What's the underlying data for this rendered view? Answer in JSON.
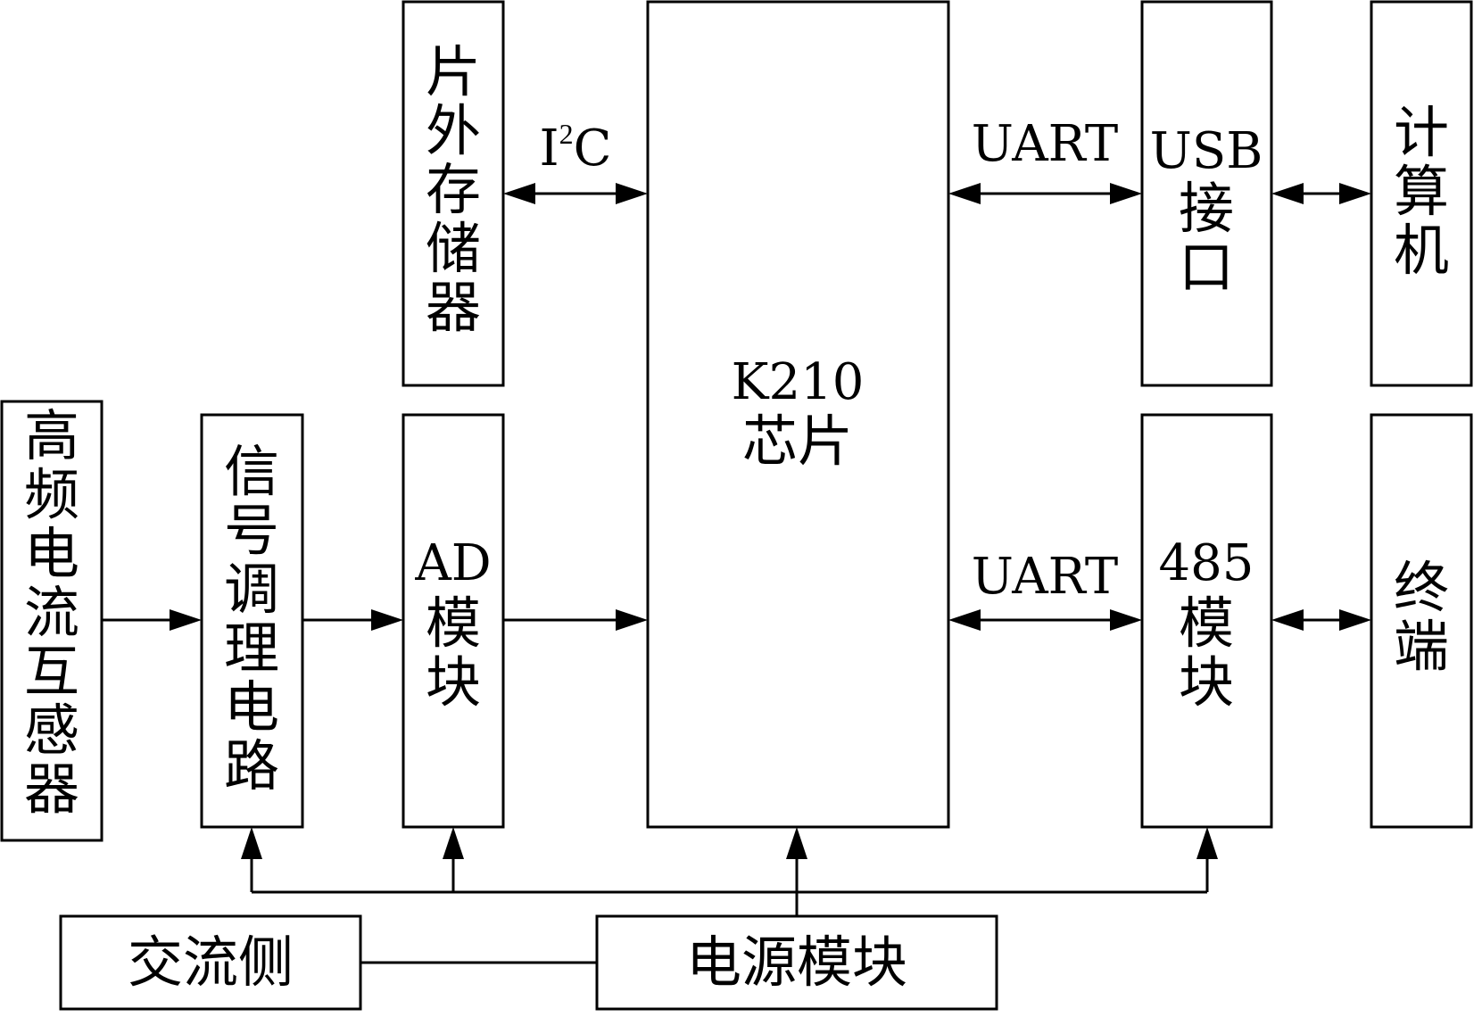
{
  "blocks": {
    "sensor": "高频电流互感器",
    "conditioning": "信号调理电路",
    "external_storage": "片外存储器",
    "ad_module": {
      "line1": "AD",
      "line2": "模块"
    },
    "chip": {
      "line1": "K210",
      "line2": "芯片"
    },
    "usb": {
      "line1": "USB",
      "line2": "接口"
    },
    "computer": "计算机",
    "rs485": {
      "line1": "485",
      "line2": "模块"
    },
    "terminal": "终端",
    "ac_side": "交流侧",
    "power": "电源模块"
  },
  "links": {
    "i2c": {
      "base": "I",
      "sup": "2",
      "rest": "C"
    },
    "uart_top": "UART",
    "uart_bottom": "UART"
  },
  "colors": {
    "stroke": "#000000",
    "background": "#ffffff"
  }
}
